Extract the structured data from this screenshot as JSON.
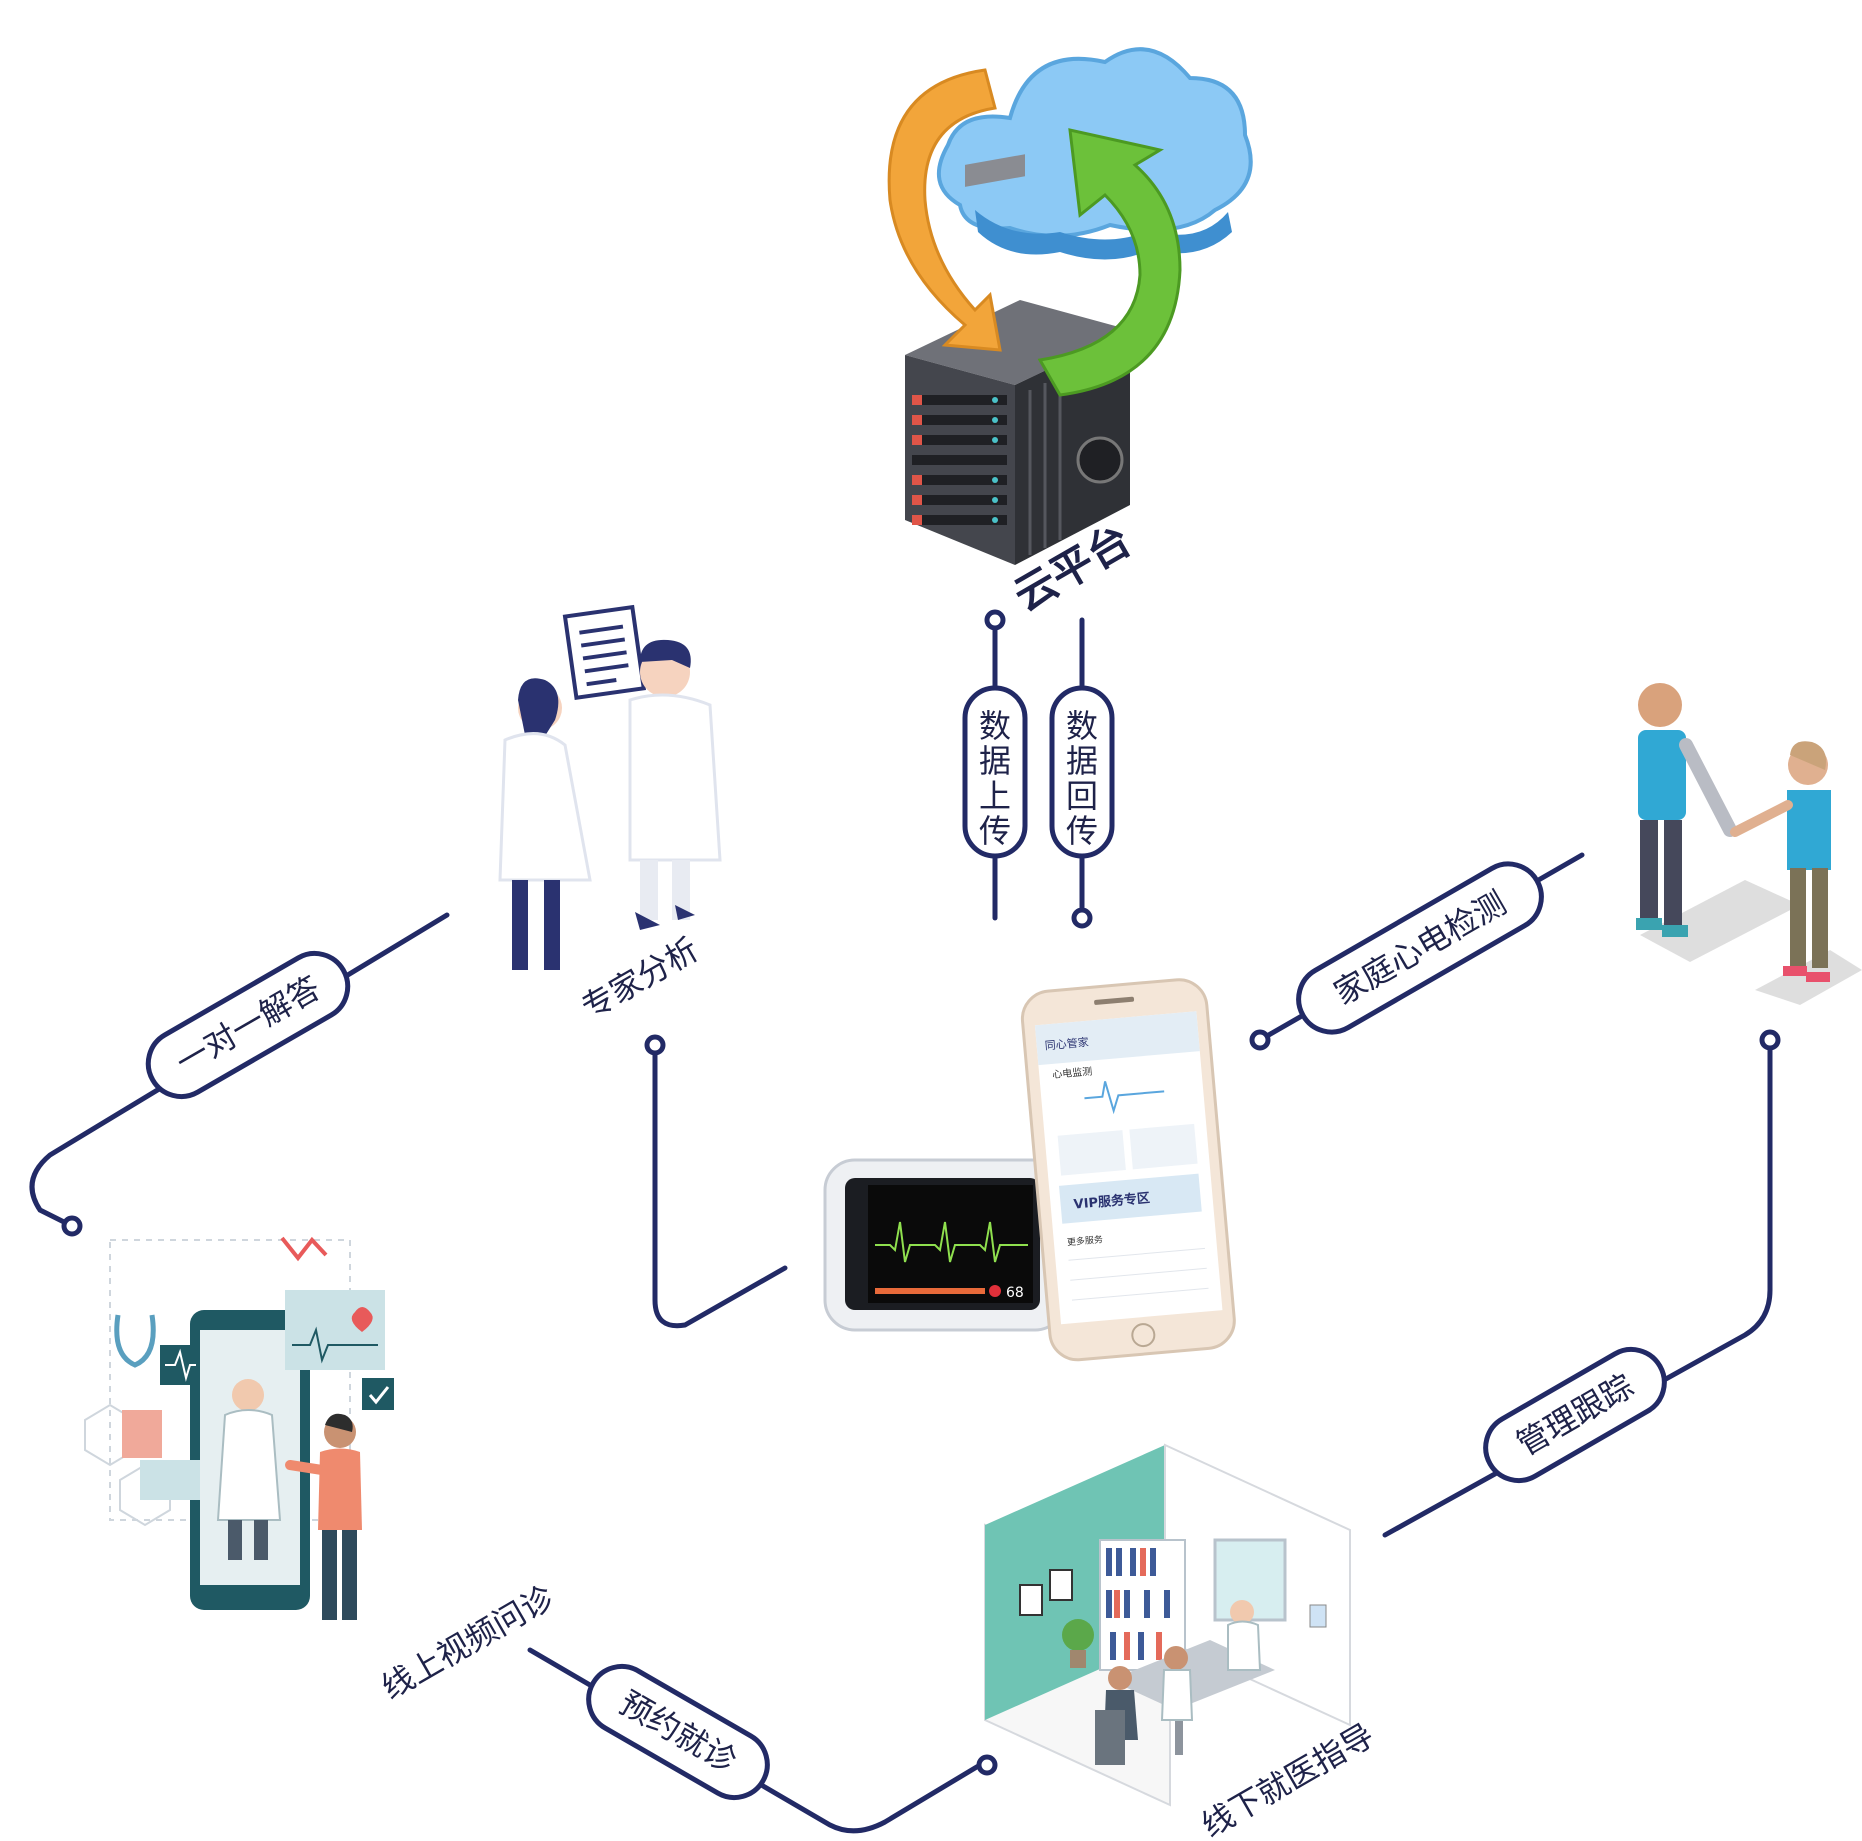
{
  "nodes": {
    "cloud_platform": "云平台",
    "expert_analysis": "专家分析",
    "online_video": "线上视频问诊",
    "offline_guidance": "线下就医指导"
  },
  "links": {
    "data_upload": [
      "数",
      "据",
      "上",
      "传"
    ],
    "data_return": [
      "数",
      "据",
      "回",
      "传"
    ],
    "one_to_one": "一对一解答",
    "home_ecg": "家庭心电检测",
    "appointment": "预约就诊",
    "management": "管理跟踪"
  },
  "phone_app": {
    "app_name": "同心管家",
    "ecg_monitor": "心电监测",
    "vip_zone": "VIP服务专区",
    "more_services": "更多服务"
  },
  "device": {
    "heart_rate": "68"
  },
  "colors": {
    "line": "#222a66",
    "text": "#1e2249",
    "cloud": "#8cc9f5",
    "arrow_orange": "#f2a53a",
    "arrow_green": "#6cc13a",
    "server": "#3d3f45"
  }
}
